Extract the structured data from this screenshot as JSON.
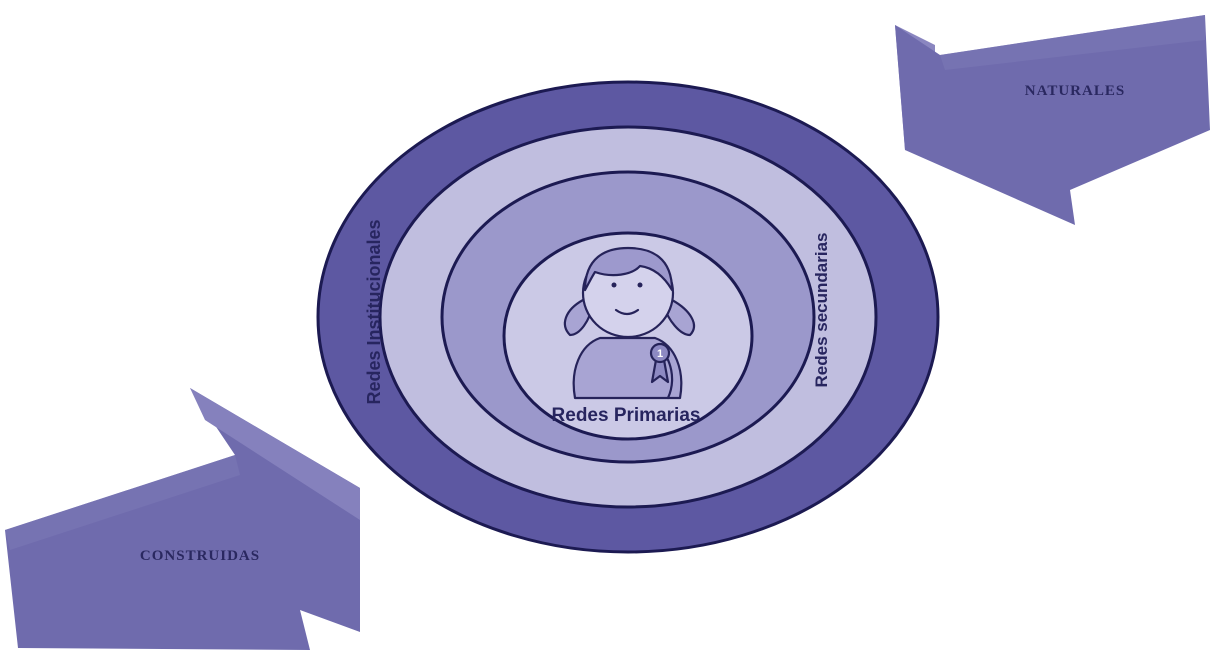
{
  "colors": {
    "outer_ring": "#5d58a2",
    "ring_2": "#c0bedf",
    "ring_3": "#9b98cb",
    "center": "#cbc9e6",
    "outline": "#1c1a52",
    "arrow_face": "#6f6bad",
    "arrow_side": "#8581bd",
    "text": "#27255f"
  },
  "diagram": {
    "arrows": {
      "top_right": {
        "label": "NATURALES"
      },
      "bottom_left": {
        "label": "CONSTRUIDAS"
      }
    },
    "rings": {
      "outer": {
        "label": "Redes Institucionales"
      },
      "second": {
        "label": "Redes secundarias"
      },
      "center": {
        "label": "Redes Primarias"
      }
    },
    "figure": {
      "icon": "girl-figure-icon",
      "badge_text": "1"
    }
  }
}
